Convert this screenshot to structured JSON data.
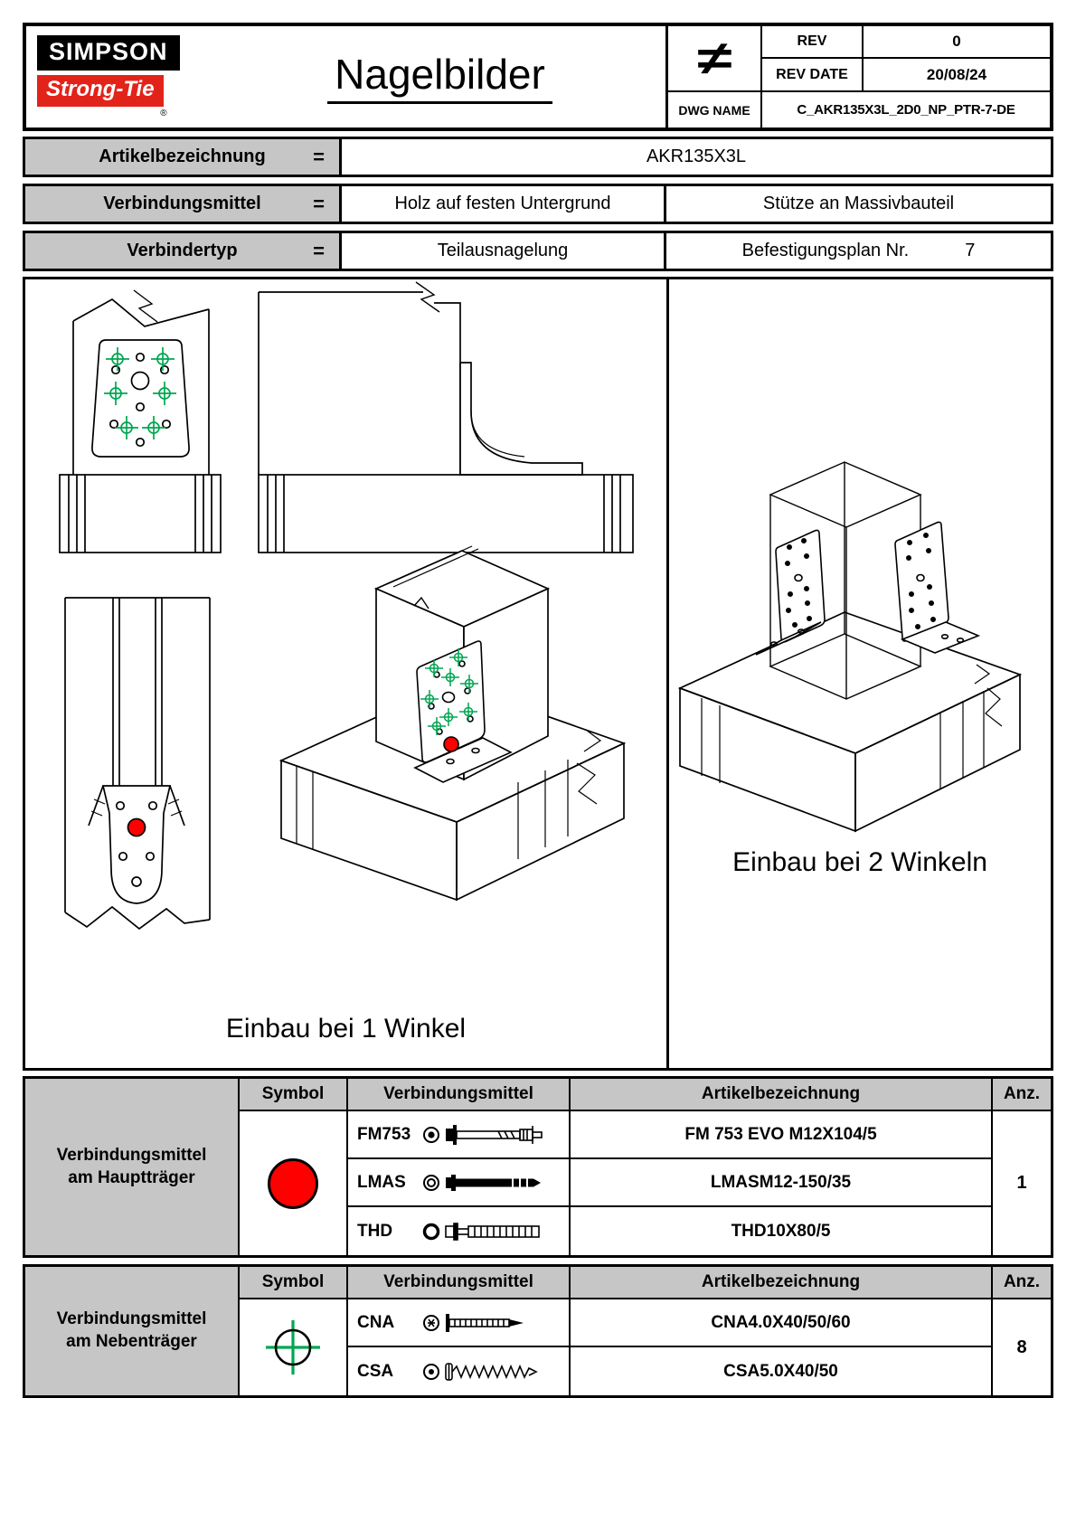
{
  "header": {
    "logo_line1": "SIMPSON",
    "logo_line2": "Strong-Tie",
    "logo_reg": "®",
    "title": "Nagelbilder",
    "projection_symbol": "≠",
    "rev_label": "REV",
    "rev_value": "0",
    "rev_date_label": "REV DATE",
    "rev_date_value": "20/08/24",
    "dwg_name_label": "DWG NAME",
    "dwg_name_value": "C_AKR135X3L_2D0_NP_PTR-7-DE"
  },
  "info": {
    "equals": "=",
    "artikel_label": "Artikelbezeichnung",
    "artikel_value": "AKR135X3L",
    "verbindungsmittel_label": "Verbindungsmittel",
    "verbindungsmittel_value1": "Holz auf festen Untergrund",
    "verbindungsmittel_value2": "Stütze an Massivbauteil",
    "verbindertyp_label": "Verbindertyp",
    "verbindertyp_value": "Teilausnagelung",
    "befestigungsplan_label": "Befestigungsplan Nr.",
    "befestigungsplan_value": "7"
  },
  "drawings": {
    "caption_one_winkel": "Einbau bei 1 Winkel",
    "caption_two_winkel": "Einbau bei 2 Winkeln"
  },
  "tables": [
    {
      "group_label": "Verbindungsmittel am Hauptträger",
      "col_symbol": "Symbol",
      "col_verbindungsmittel": "Verbindungsmittel",
      "col_artikel": "Artikelbezeichnung",
      "col_anz": "Anz.",
      "symbol": "red-filled-circle",
      "anz_value": "1",
      "rows": [
        {
          "code": "FM753",
          "icon": "fm753-bolt-icon",
          "artikel": "FM 753 EVO M12X104/5"
        },
        {
          "code": "LMAS",
          "icon": "lmas-anchor-icon",
          "artikel": "LMASM12-150/35"
        },
        {
          "code": "THD",
          "icon": "thd-screw-icon",
          "artikel": "THD10X80/5"
        }
      ]
    },
    {
      "group_label": "Verbindungsmittel am Nebenträger",
      "col_symbol": "Symbol",
      "col_verbindungsmittel": "Verbindungsmittel",
      "col_artikel": "Artikelbezeichnung",
      "col_anz": "Anz.",
      "symbol": "green-crosshair-circle",
      "anz_value": "8",
      "rows": [
        {
          "code": "CNA",
          "icon": "cna-nail-icon",
          "artikel": "CNA4.0X40/50/60"
        },
        {
          "code": "CSA",
          "icon": "csa-screw-icon",
          "artikel": "CSA5.0X40/50"
        }
      ]
    }
  ],
  "colors": {
    "logo_red": "#e2231a",
    "marker_green": "#00a651",
    "fastener_red": "#ff0000",
    "cell_gray": "#c6c6c6"
  }
}
